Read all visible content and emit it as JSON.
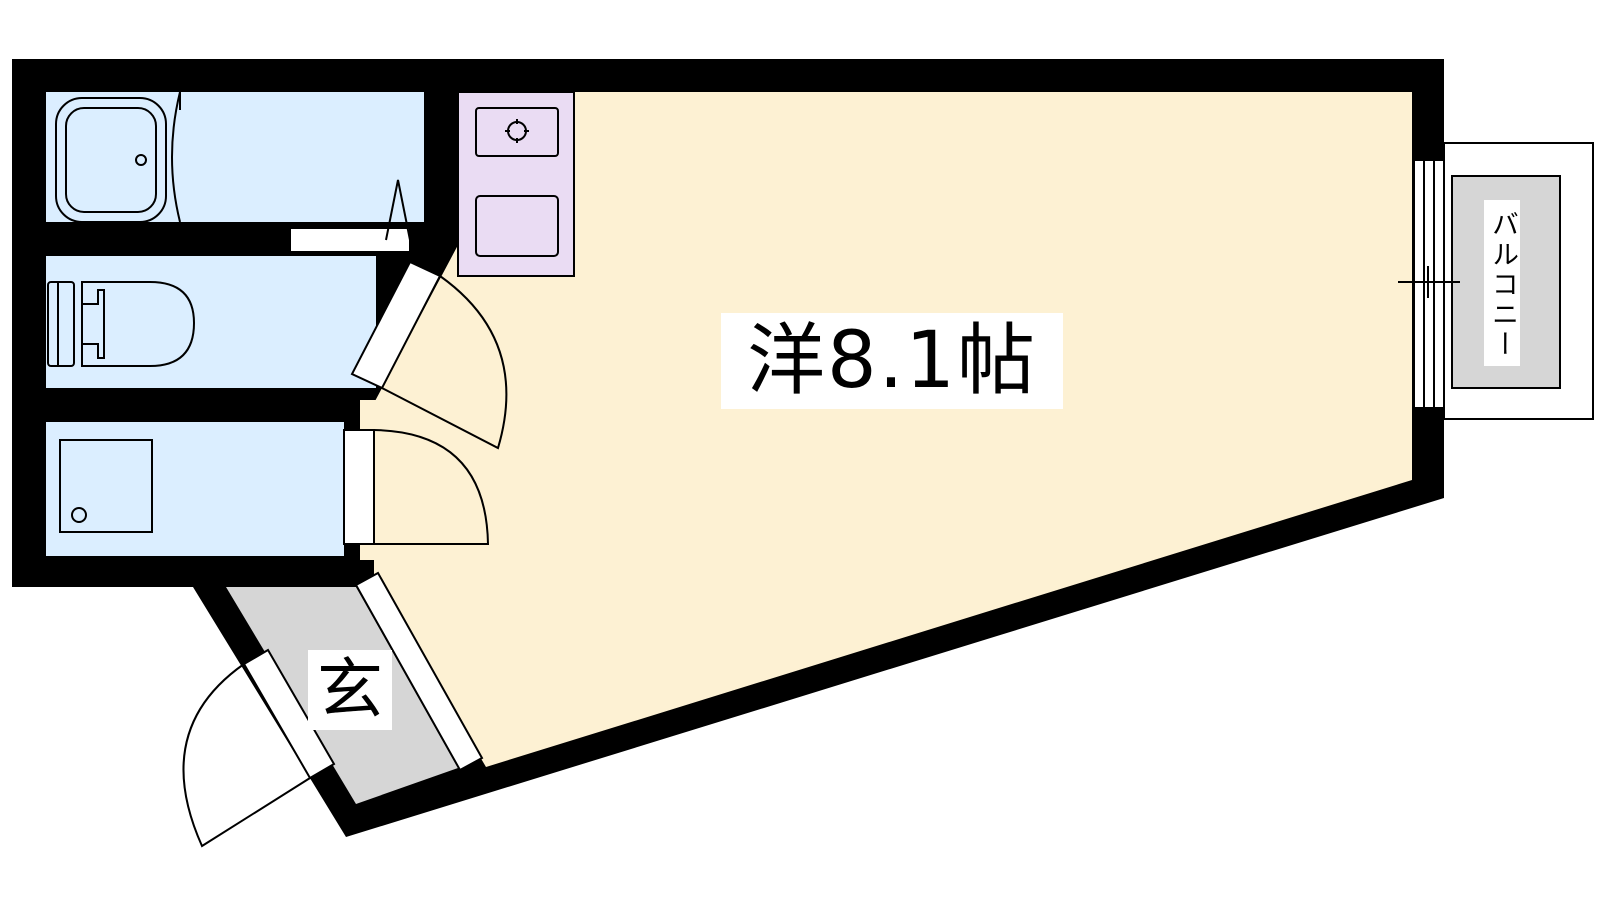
{
  "floor_plan": {
    "rooms": {
      "living": {
        "label": "洋8.1帖",
        "color": "#fdf1d3"
      },
      "entrance": {
        "label": "玄",
        "color": "#d6d6d6"
      },
      "balcony": {
        "label": "バルコニー",
        "color": "#d6d6d6"
      },
      "bath": {
        "color": "#dbeeff"
      },
      "toilet": {
        "color": "#dbeeff"
      },
      "washroom": {
        "color": "#dbeeff"
      },
      "kitchen": {
        "color": "#eadcf3"
      }
    },
    "wall_color": "#000000"
  }
}
